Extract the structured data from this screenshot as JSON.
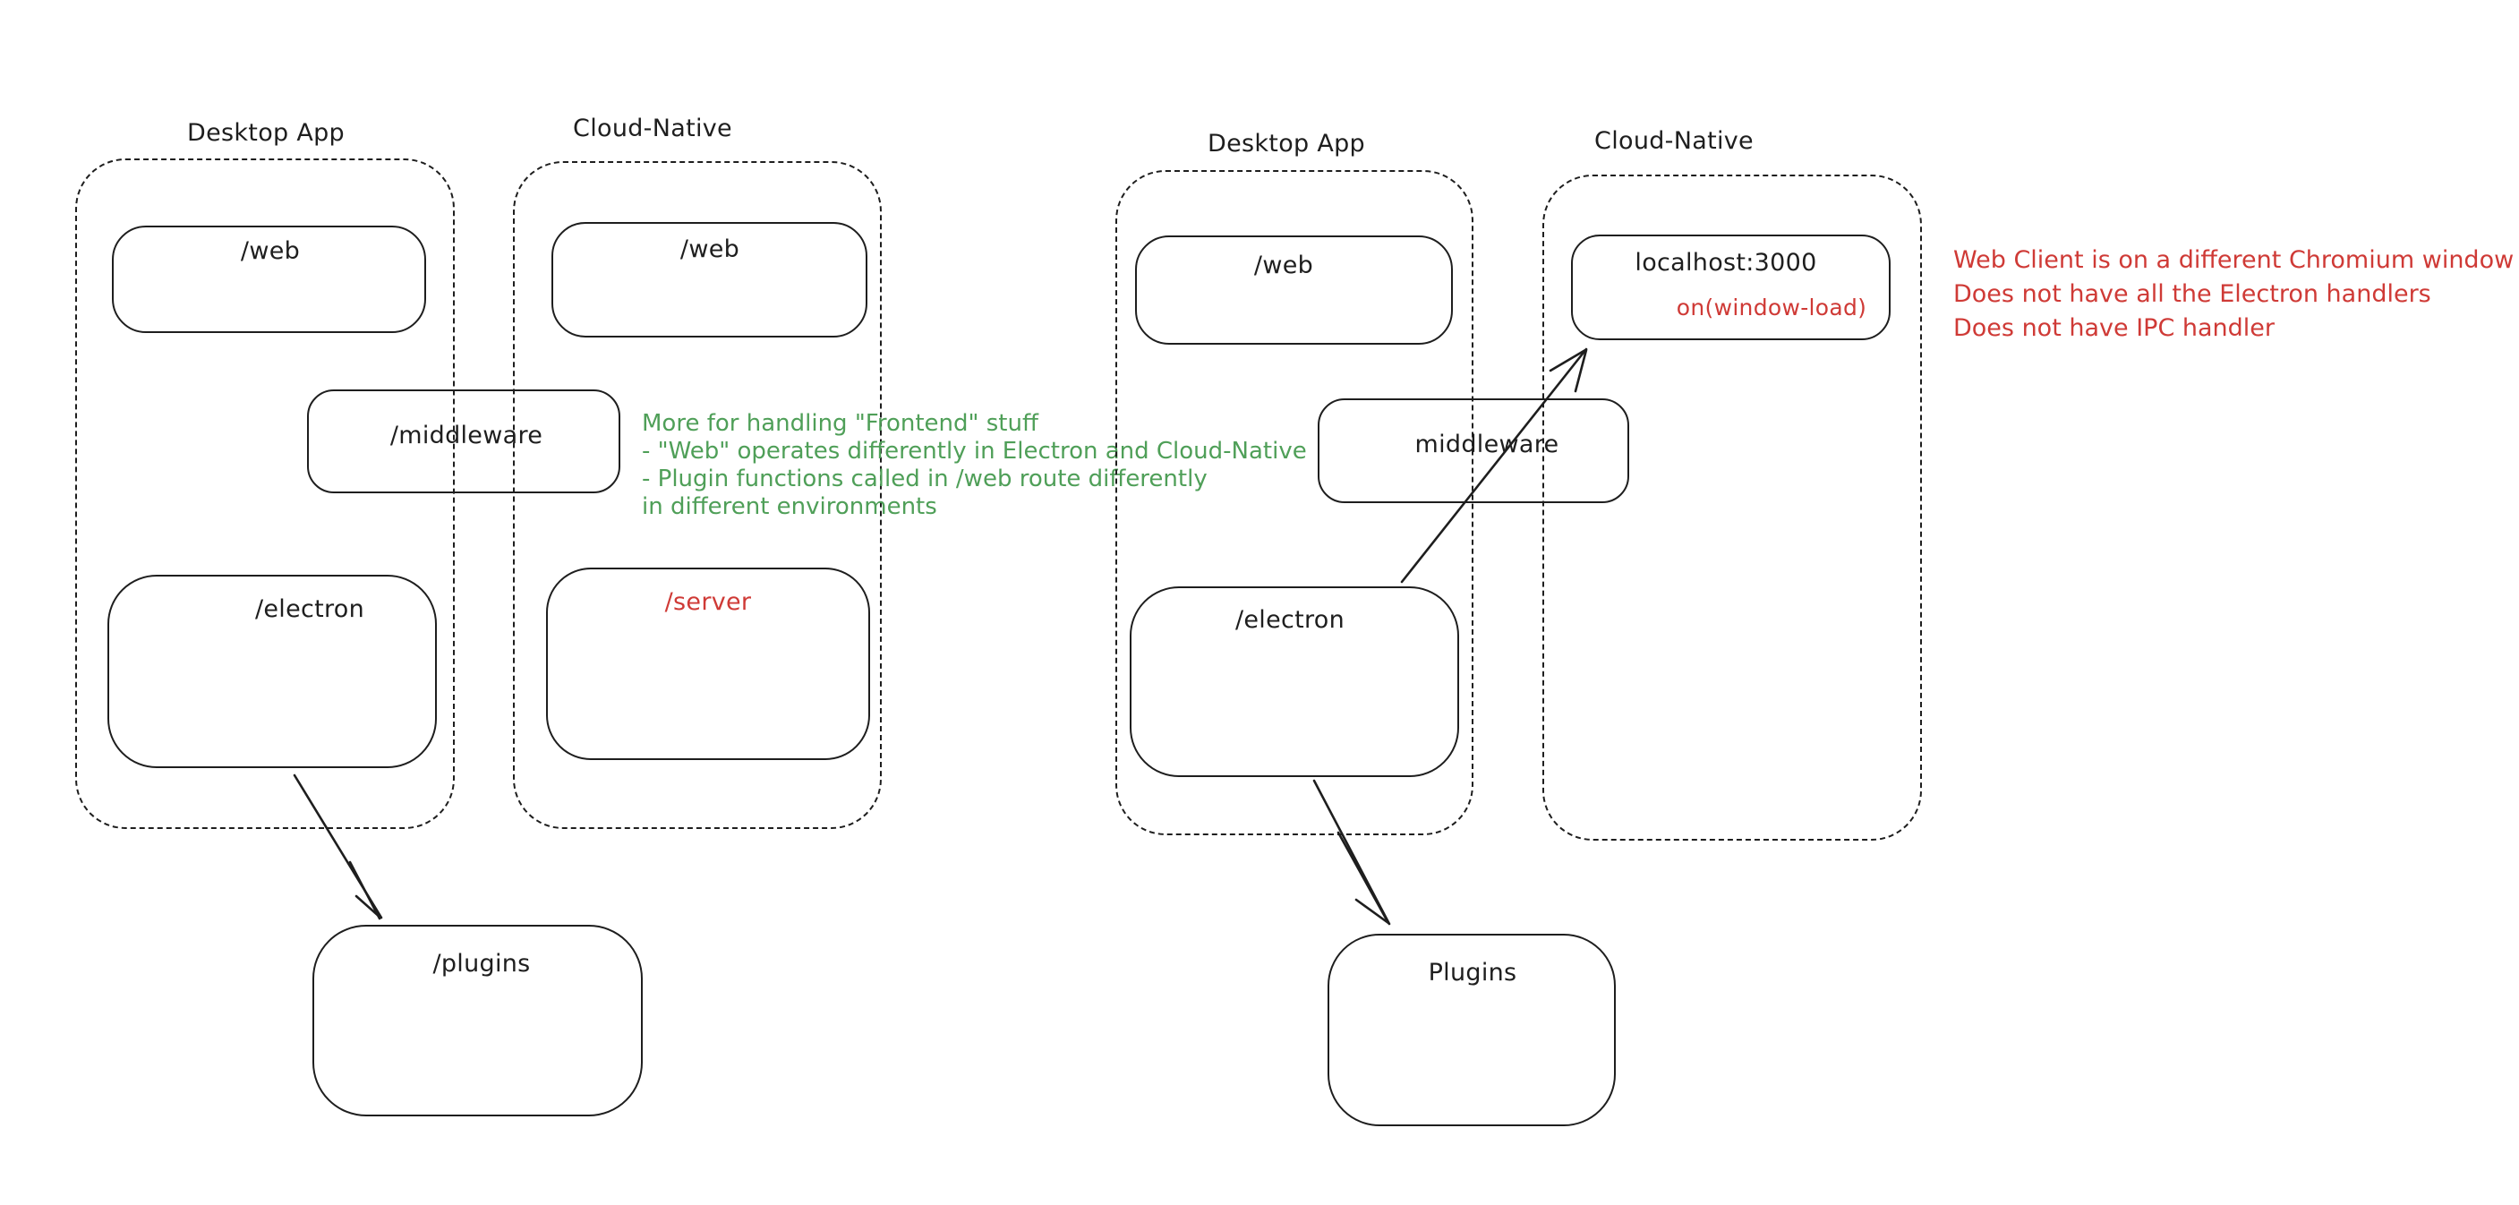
{
  "canvas": {
    "background": "#ffffff"
  },
  "colors": {
    "ink": "#1e1e1e",
    "red": "#cf3a36",
    "green": "#4f9f58"
  },
  "left": {
    "desktop_container_title": "Desktop App",
    "cloud_container_title": "Cloud-Native",
    "nodes": {
      "web_desktop": "/web",
      "web_cloud": "/web",
      "middleware": "/middleware",
      "electron": "/electron",
      "server": "/server",
      "plugins": "/plugins"
    },
    "green_note": {
      "line1": "More for handling \"Frontend\" stuff",
      "line2": "- \"Web\" operates differently in Electron and Cloud-Native",
      "line3": "- Plugin functions called in /web route differently",
      "line4": "in different environments"
    }
  },
  "right": {
    "desktop_container_title": "Desktop App",
    "cloud_container_title": "Cloud-Native",
    "nodes": {
      "web": "/web",
      "localhost": "localhost:3000",
      "window_load": "on(window-load)",
      "middleware": "middleware",
      "electron": "/electron",
      "plugins": "Plugins"
    },
    "red_note": {
      "line1": "Web Client is on a different Chromium window",
      "line2": "Does not have all the Electron handlers",
      "line3": "Does not have IPC handler"
    }
  }
}
